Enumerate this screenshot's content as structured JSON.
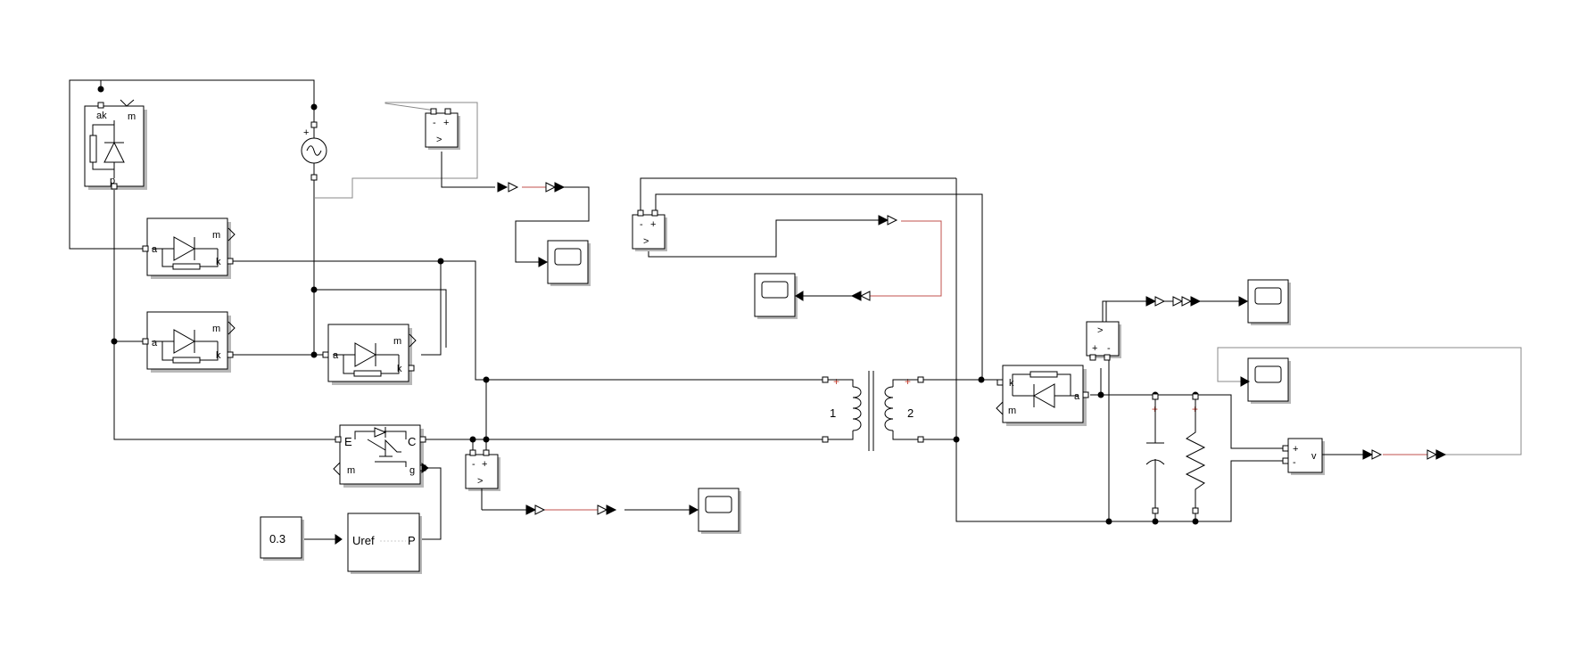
{
  "constant_block": {
    "value": "0.3"
  },
  "pwm_block": {
    "input_label": "Uref",
    "output_label": "P"
  },
  "igbt": {
    "labels": {
      "emitter": "E",
      "collector": "C",
      "measure": "m",
      "gate": "g"
    }
  },
  "diode_labels": {
    "anode": "a",
    "cathode": "k",
    "measure": "m"
  },
  "thyristor_labels": {
    "top_left": "ak",
    "top_right": "m",
    "bottom": "p"
  },
  "transformer": {
    "winding1": "1",
    "winding2": "2"
  },
  "sensor_labels": {
    "plus": "+",
    "minus": "-",
    "gt": ">",
    "v": "v"
  },
  "source_labels": {
    "plus": "+"
  }
}
